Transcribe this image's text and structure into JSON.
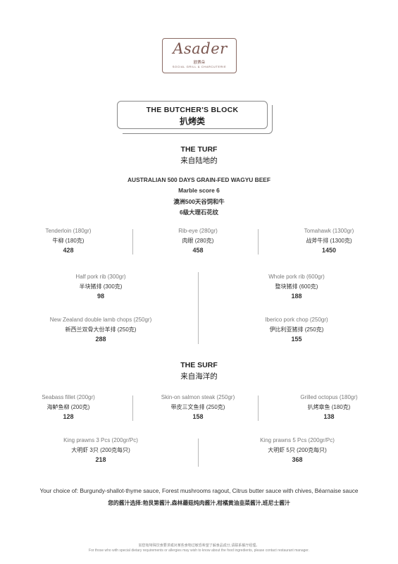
{
  "logo": {
    "script": "Asader",
    "cn": "欧赛朵",
    "tagline": "SOCIAL GRILL & CHARCUTERIE"
  },
  "section": {
    "title_en": "THE BUTCHER'S BLOCK",
    "title_cn": "扒烤类"
  },
  "turf": {
    "title_en": "THE TURF",
    "title_cn": "来自陆地的",
    "beef_lines": [
      "AUSTRALIAN 500 DAYS GRAIN-FED WAGYU BEEF",
      "Marble score 6",
      "澳洲500天谷饲和牛",
      "6级大理石花纹"
    ],
    "beef_items": [
      {
        "en": "Tenderloin (180gr)",
        "cn": "牛柳 (180克)",
        "price": "428"
      },
      {
        "en": "Rib-eye (280gr)",
        "cn": "肉眼 (280克)",
        "price": "458"
      },
      {
        "en": "Tomahawk (1300gr)",
        "cn": "战斧牛排 (1300克)",
        "price": "1450"
      }
    ],
    "other_items": [
      {
        "en": "Half pork rib (300gr)",
        "cn": "半块猪排 (300克)",
        "price": "98"
      },
      {
        "en": "Whole pork rib (600gr)",
        "cn": "整块猪排 (600克)",
        "price": "188"
      },
      {
        "en": "New Zealand double lamb chops (250gr)",
        "cn": "新西兰双骨大份羊排 (250克)",
        "price": "288"
      },
      {
        "en": "Iberico pork chop (250gr)",
        "cn": "伊比利亚猪排 (250克)",
        "price": "155"
      }
    ]
  },
  "surf": {
    "title_en": "THE SURF",
    "title_cn": "来自海洋的",
    "items": [
      {
        "en": "Seabass fillet (200gr)",
        "cn": "海鲈鱼柳 (200克)",
        "price": "128"
      },
      {
        "en": "Skin-on salmon steak (250gr)",
        "cn": "带皮三文鱼排 (250克)",
        "price": "158"
      },
      {
        "en": "Grilled octopus (180gr)",
        "cn": "扒烤章鱼 (180克)",
        "price": "138"
      }
    ],
    "prawns": [
      {
        "en": "King prawns 3 Pcs (200gr/Pc)",
        "cn": "大明虾 3只 (200克每只)",
        "price": "218"
      },
      {
        "en": "King prawns 5 Pcs (200gr/Pc)",
        "cn": "大明虾 5只 (200克每只)",
        "price": "368"
      }
    ]
  },
  "sauce": {
    "en": "Your choice of: Burgundy-shallot-thyme sauce, Forest mushrooms ragout, Citrus butter sauce with chives, Béarnaise sauce",
    "cn": "您的酱汁选择:勃艮第酱汁,森林蘑菇炖肉酱汁,柑橘黄油韭菜酱汁,班尼士酱汁"
  },
  "footer": {
    "cn": "如您有特殊饮食要求或对某些食物过敏恐希望了解食品成分,请联系餐厅经理。",
    "en": "For those who with special dietary requirements or allergies may wish to know about the food ingredients, please contact restaurant manager."
  },
  "colors": {
    "logo": "#7b5750",
    "divider": "#b8b8b8",
    "text": "#2b2b2b"
  }
}
